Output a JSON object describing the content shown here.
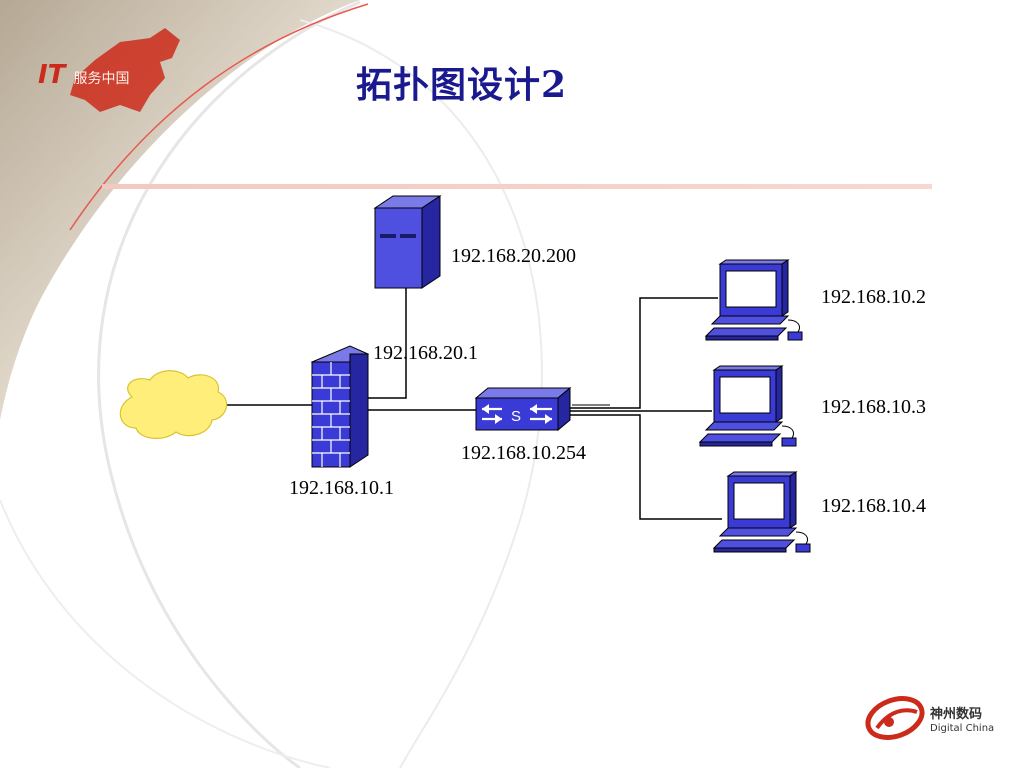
{
  "slide": {
    "title": "拓扑图设计2"
  },
  "branding": {
    "top_logo_mark": "IT",
    "top_logo_text": "服务中国",
    "bottom_logo_cn": "神州数码",
    "bottom_logo_en": "Digital China"
  },
  "devices": {
    "server_ip": "192.168.20.200",
    "firewall_dmz_ip": "192.168.20.1",
    "firewall_lan_ip": "192.168.10.1",
    "switch_label": "S",
    "switch_ip": "192.168.10.254",
    "pc1_ip": "192.168.10.2",
    "pc2_ip": "192.168.10.3",
    "pc3_ip": "192.168.10.4"
  },
  "colors": {
    "title": "#1a1a8e",
    "device_blue": "#3a3ad6",
    "cloud_yellow": "#ffef7a",
    "accent_red": "#cc2a1a"
  }
}
